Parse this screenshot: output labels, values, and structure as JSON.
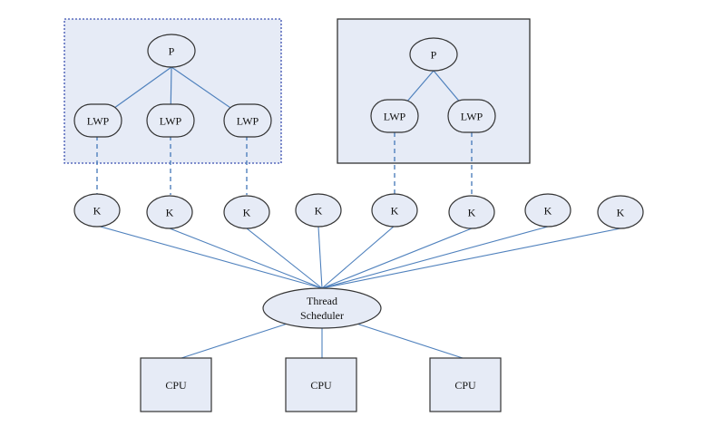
{
  "diagram": {
    "colors": {
      "fill": "#e6ebf6",
      "stroke": "#333333",
      "dotted_border": "#3a4fb0",
      "connector": "#4f81bd"
    },
    "process_group_1": {
      "process_label": "P",
      "lwp_labels": [
        "LWP",
        "LWP",
        "LWP"
      ]
    },
    "process_group_2": {
      "process_label": "P",
      "lwp_labels": [
        "LWP",
        "LWP"
      ]
    },
    "kernel_thread_labels": [
      "K",
      "K",
      "K",
      "K",
      "K",
      "K",
      "K",
      "K"
    ],
    "scheduler": {
      "line1": "Thread",
      "line2": "Scheduler"
    },
    "cpu_labels": [
      "CPU",
      "CPU",
      "CPU"
    ]
  }
}
